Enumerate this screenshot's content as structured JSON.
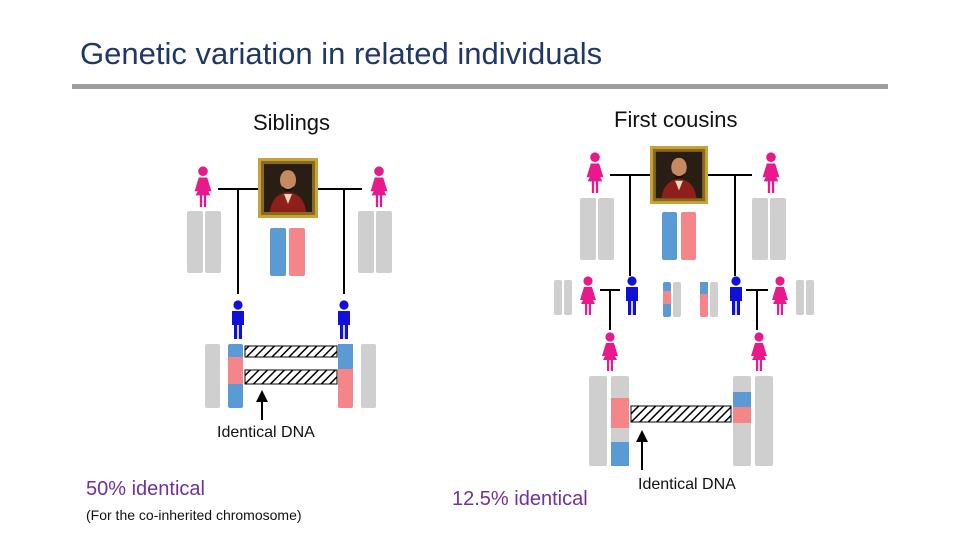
{
  "slide": {
    "title": "Genetic variation in related individuals"
  },
  "panels": {
    "siblings_label": "Siblings",
    "cousins_label": "First cousins"
  },
  "annotations": {
    "identical_dna_siblings": "Identical DNA",
    "identical_dna_cousins": "Identical DNA",
    "siblings_percent": "50% identical",
    "siblings_note": "(For the co-inherited chromosome)",
    "cousins_percent": "12.5% identical"
  },
  "colors": {
    "title": "#1f3864",
    "percent_text": "#7030a0",
    "female": "#e8198b",
    "male": "#1010d8",
    "paternal_chromosome": "#5b9bd5",
    "maternal_chromosome": "#f4868a",
    "other_chromosome": "#cfcfcf",
    "divider": "#9e9e9e"
  },
  "icons": [
    "female-figure-icon",
    "male-figure-icon",
    "portrait-icon",
    "arrow-up-icon"
  ]
}
